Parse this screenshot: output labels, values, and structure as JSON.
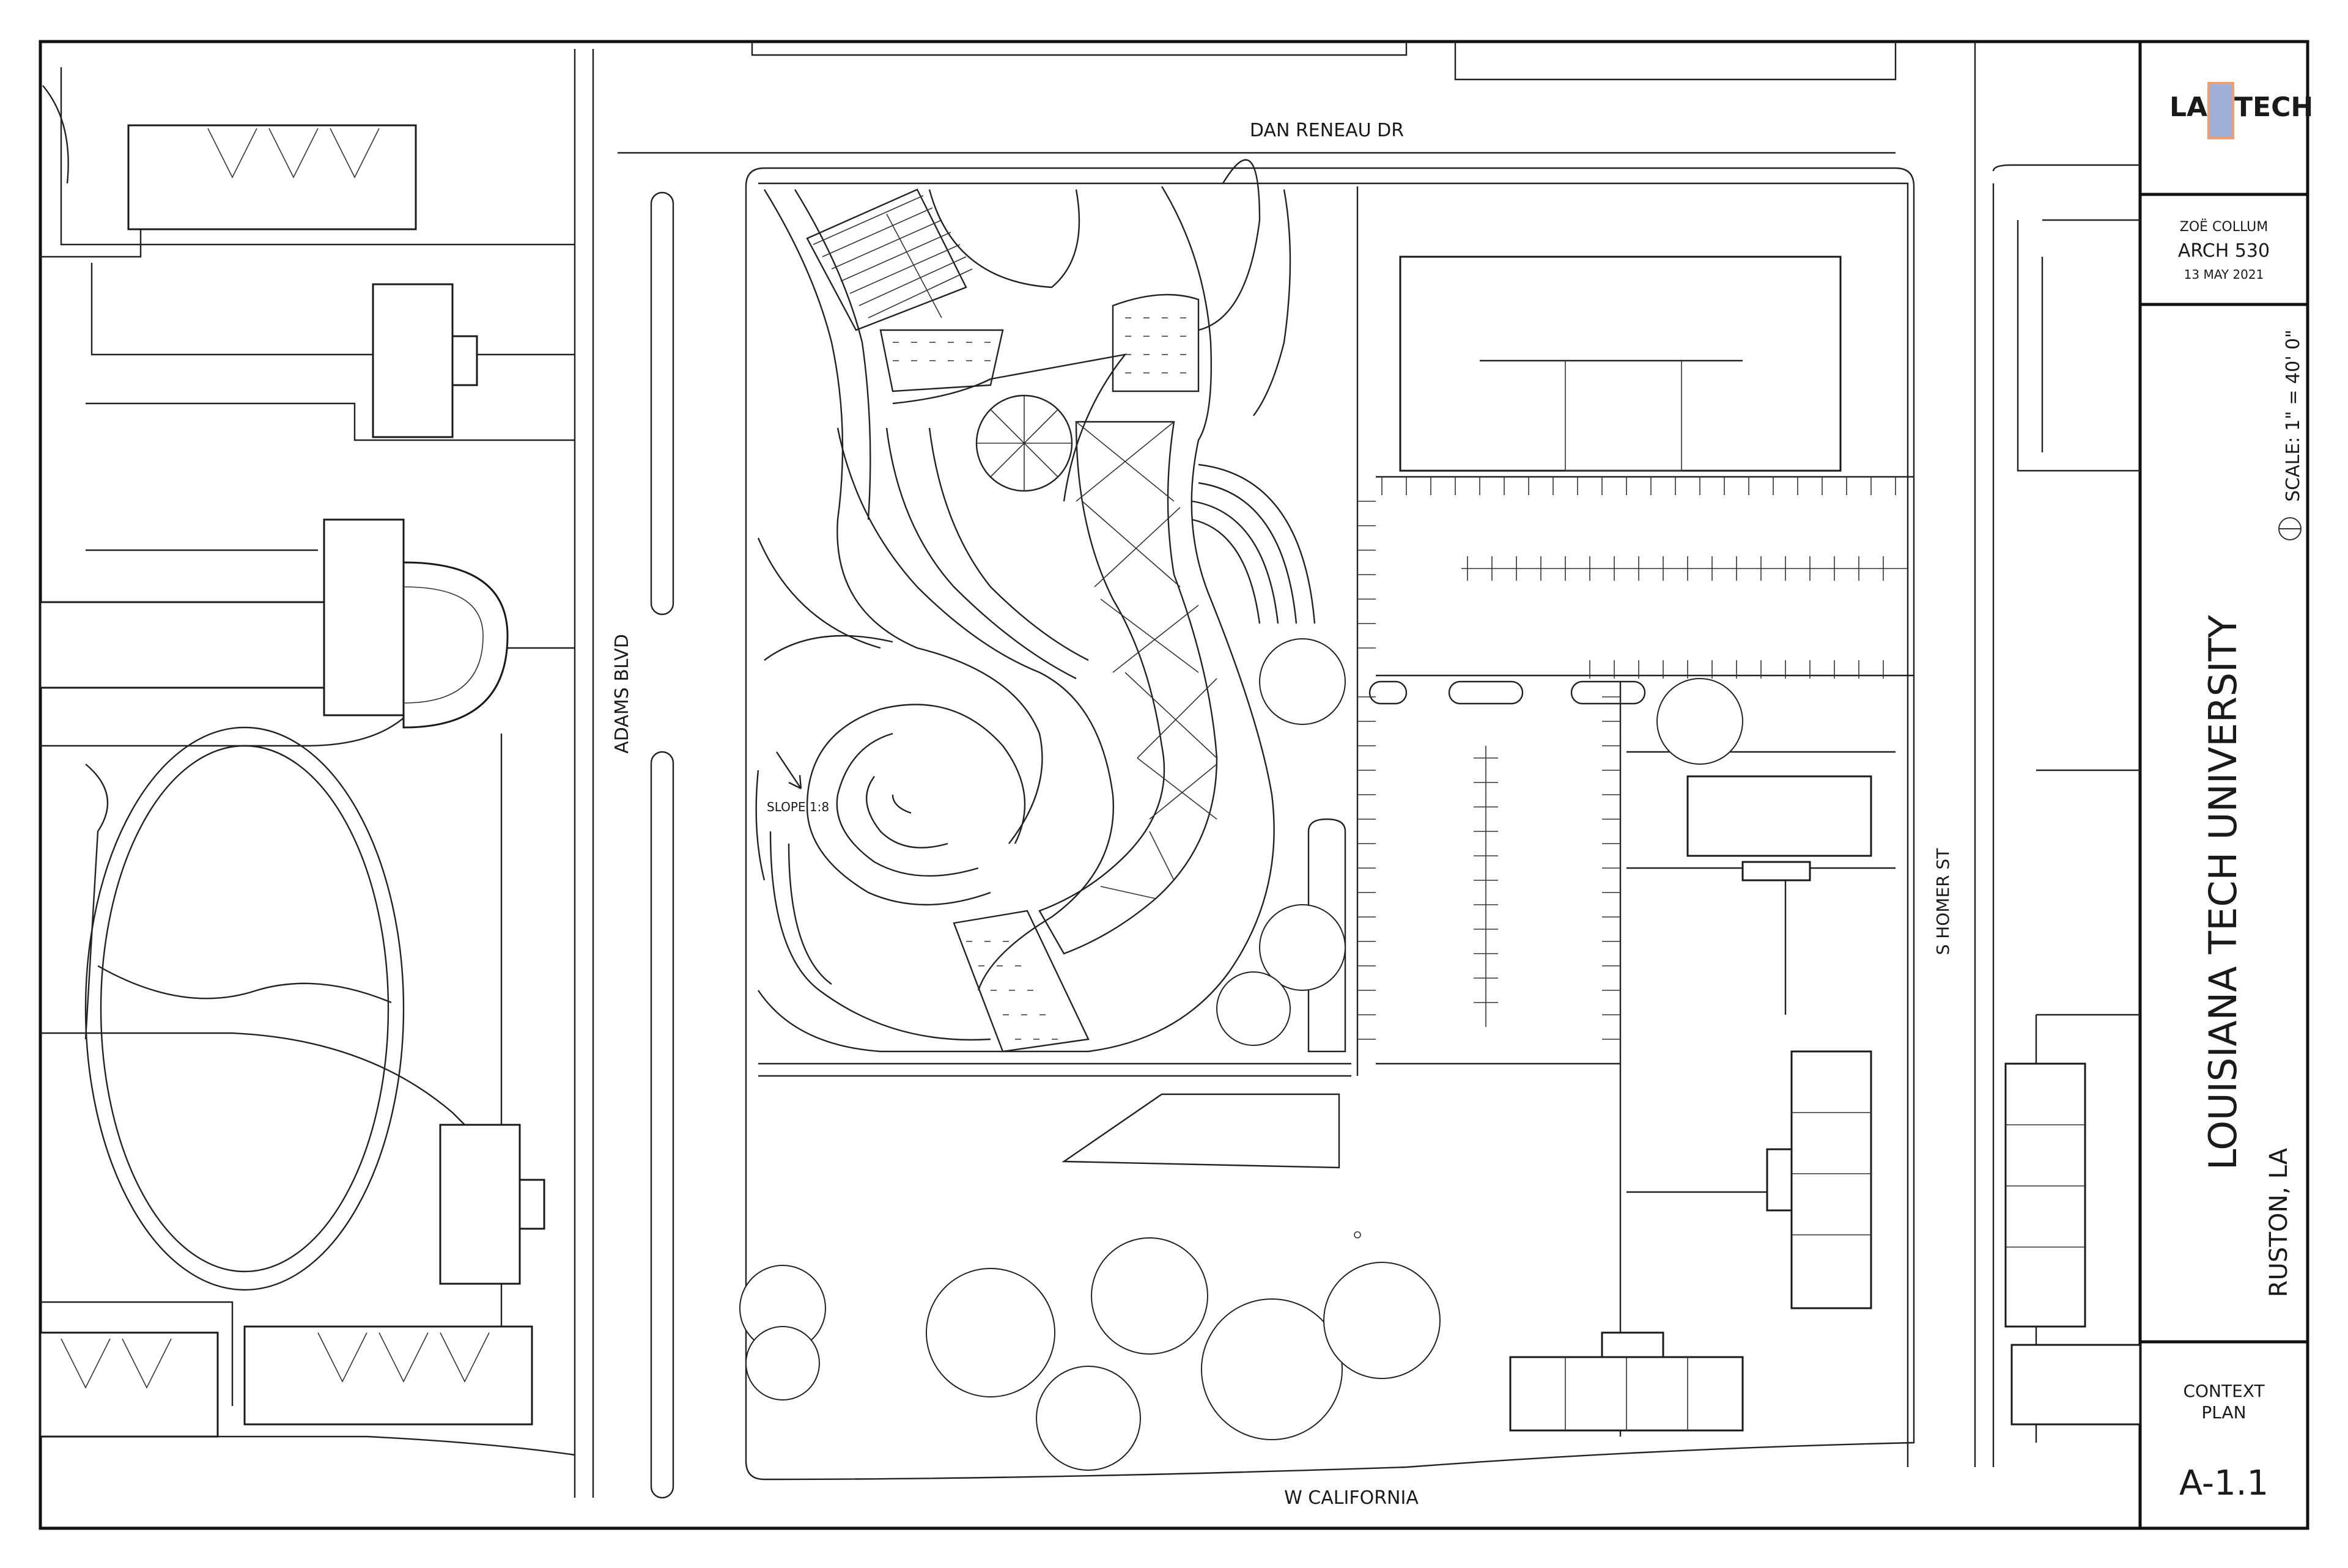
{
  "streets": {
    "north": "DAN RENEAU DR",
    "west": "ADAMS BLVD",
    "east": "S HOMER ST",
    "south": "W CALIFORNIA"
  },
  "annotations": {
    "slope": "SLOPE 1:8"
  },
  "title_block": {
    "logo_text": "LATECH",
    "author": "ZOË COLLUM",
    "course": "ARCH 530",
    "date": "13 MAY 2021",
    "scale": "SCALE: 1\" = 40' 0\"",
    "university": "LOUISIANA TECH UNIVERSITY",
    "location": "RUSTON, LA",
    "sheet_title_line1": "CONTEXT",
    "sheet_title_line2": "PLAN",
    "sheet_number": "A-1.1"
  },
  "colors": {
    "logo_orange": "#f0a070",
    "logo_blue": "#9fb0d8",
    "ink": "#1a1a1a"
  }
}
